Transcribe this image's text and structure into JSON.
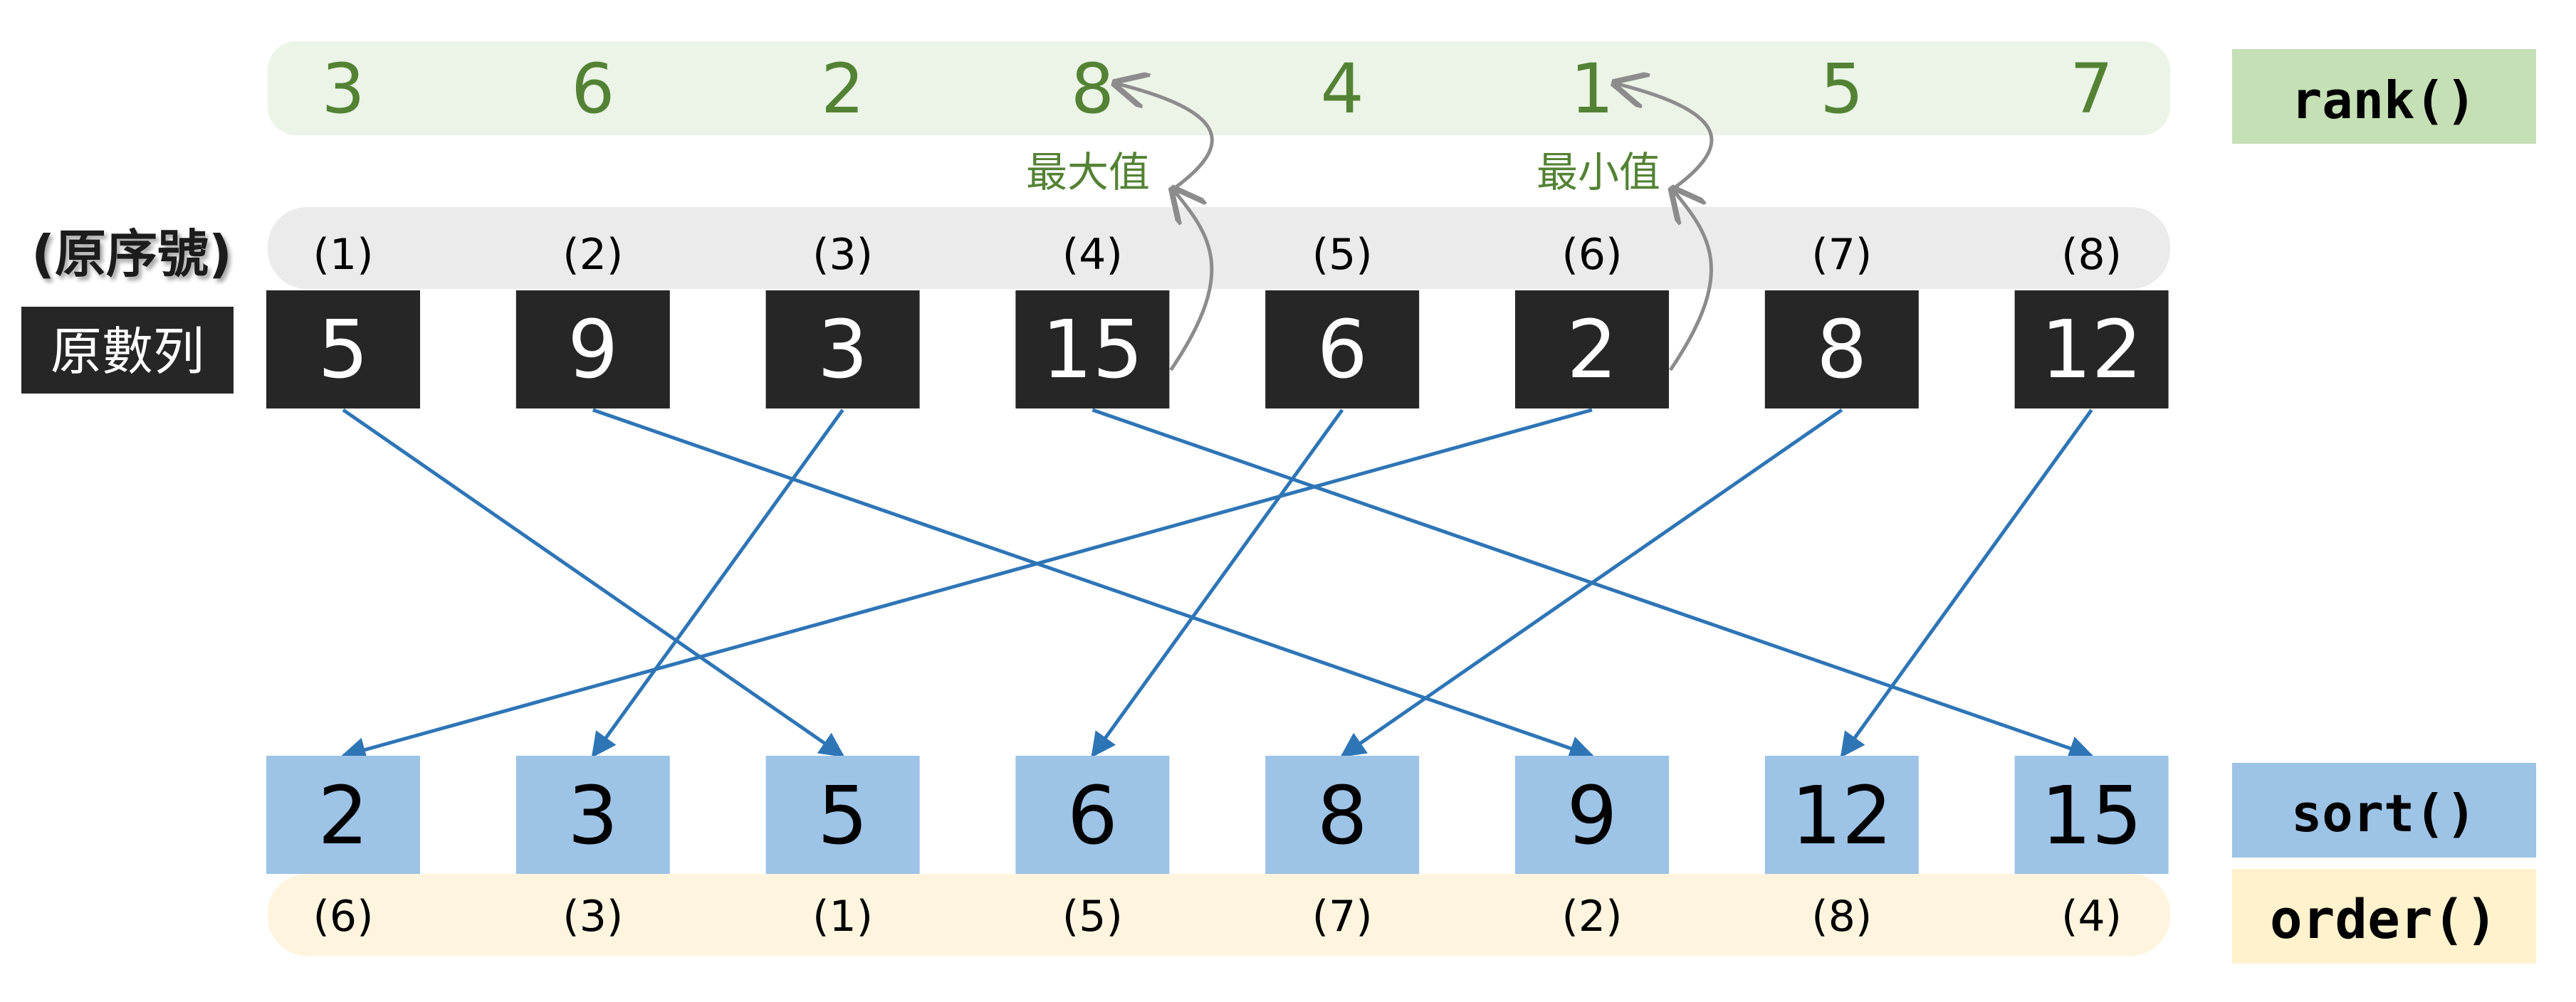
{
  "colors": {
    "rank_band": "#ebf4e6",
    "rank_text": "#548235",
    "rank_label_bg": "#c5e0b4",
    "index_band": "#ebebeb",
    "original_box": "#262626",
    "sorted_box": "#9dc3e6",
    "order_band": "#fff5df",
    "order_label_bg": "#fff2cc",
    "link_line": "#2e75b6",
    "annotation_arrow": "#8c8c8c"
  },
  "labels": {
    "rank": "rank()",
    "sort": "sort()",
    "order": "order()",
    "original_index": "(原序號)",
    "original_series": "原數列",
    "max_note": "最大值",
    "min_note": "最小值"
  },
  "rank_values": [
    "3",
    "6",
    "2",
    "8",
    "4",
    "1",
    "5",
    "7"
  ],
  "original_indices": [
    "(1)",
    "(2)",
    "(3)",
    "(4)",
    "(5)",
    "(6)",
    "(7)",
    "(8)"
  ],
  "original_values": [
    "5",
    "9",
    "3",
    "15",
    "6",
    "2",
    "8",
    "12"
  ],
  "sorted_values": [
    "2",
    "3",
    "5",
    "6",
    "8",
    "9",
    "12",
    "15"
  ],
  "order_values": [
    "(6)",
    "(3)",
    "(1)",
    "(5)",
    "(7)",
    "(2)",
    "(8)",
    "(4)"
  ],
  "links": [
    {
      "from": 1,
      "to": 3
    },
    {
      "from": 2,
      "to": 6
    },
    {
      "from": 3,
      "to": 2
    },
    {
      "from": 4,
      "to": 8
    },
    {
      "from": 5,
      "to": 4
    },
    {
      "from": 6,
      "to": 1
    },
    {
      "from": 7,
      "to": 5
    },
    {
      "from": 8,
      "to": 7
    }
  ],
  "annotations": [
    {
      "label_key": "max_note",
      "from_original": 4,
      "to_rank": 4
    },
    {
      "label_key": "min_note",
      "from_original": 6,
      "to_rank": 6
    }
  ]
}
